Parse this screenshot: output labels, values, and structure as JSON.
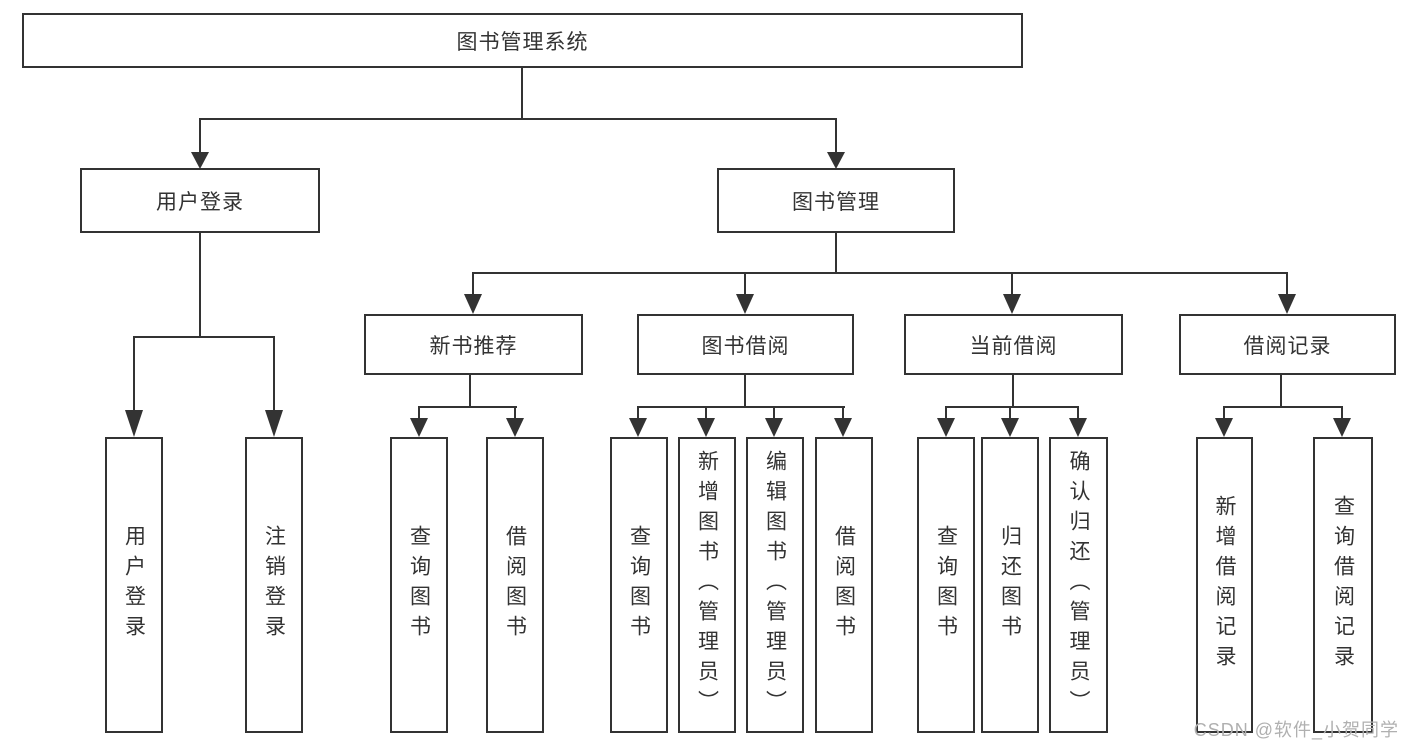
{
  "diagram": {
    "root": {
      "label": "图书管理系统"
    },
    "level2": [
      {
        "label": "用户登录"
      },
      {
        "label": "图书管理"
      }
    ],
    "level3": [
      {
        "label": "新书推荐"
      },
      {
        "label": "图书借阅"
      },
      {
        "label": "当前借阅"
      },
      {
        "label": "借阅记录"
      }
    ],
    "groups": [
      {
        "parent": "用户登录",
        "leaves": [
          "用户登录",
          "注销登录"
        ]
      },
      {
        "parent": "新书推荐",
        "leaves": [
          "查询图书",
          "借阅图书"
        ]
      },
      {
        "parent": "图书借阅",
        "leaves": [
          "查询图书",
          "新增图书（管理员）",
          "编辑图书（管理员）",
          "借阅图书"
        ]
      },
      {
        "parent": "当前借阅",
        "leaves": [
          "查询图书",
          "归还图书",
          "确认归还（管理员）"
        ]
      },
      {
        "parent": "借阅记录",
        "leaves": [
          "新增借阅记录",
          "查询借阅记录"
        ]
      }
    ],
    "colors": {
      "line": "#333333",
      "text": "#333333",
      "background": "#ffffff"
    }
  },
  "watermark": {
    "text": "CSDN @软件_小贺同学",
    "color": "#b0b0b0"
  }
}
